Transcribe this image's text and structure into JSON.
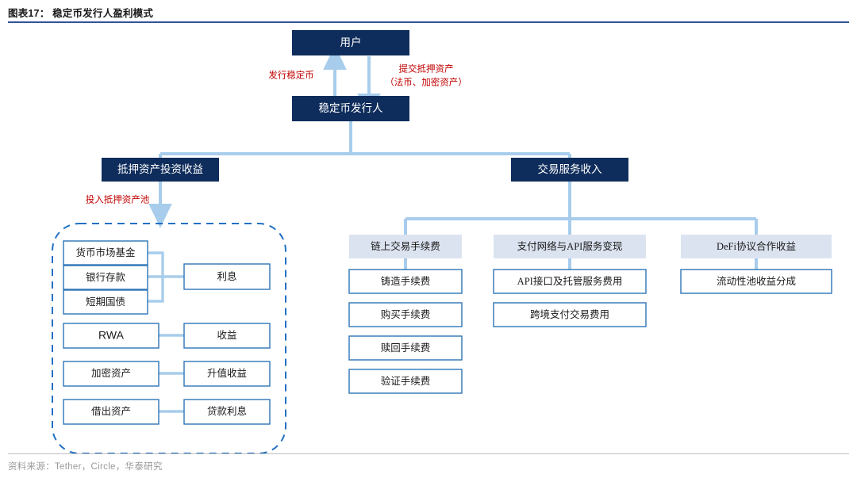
{
  "header": {
    "figure_label": "图表17：",
    "title": "稳定币发行人盈利模式",
    "full_title": "图表17： 稳定币发行人盈利模式"
  },
  "footer": {
    "source": "资料来源：Tether，Circle，华泰研究"
  },
  "colors": {
    "dark_node": "#0f2d5c",
    "mid_node": "#dce3f0",
    "leaf_border": "#2e75b6",
    "connector": "#a8cdec",
    "annotation_red": "#c00000",
    "pool_dashed": "#2170c4",
    "header_rule": "#2f5597"
  },
  "diagram": {
    "type": "flowchart",
    "nodes": {
      "user": "用户",
      "issuer": "稳定币发行人",
      "branch_left": "抵押资产投资收益",
      "branch_right": "交易服务收入"
    },
    "annotations": {
      "issue_stablecoin": "发行稳定币",
      "submit_collateral_line1": "提交抵押资产",
      "submit_collateral_line2": "（法币、加密资产）",
      "into_pool": "投入抵押资产池"
    },
    "collateral_pool": {
      "assets": [
        "货币市场基金",
        "银行存款",
        "短期国债",
        "RWA",
        "加密资产",
        "借出资产"
      ],
      "returns": [
        "利息",
        "收益",
        "升值收益",
        "贷款利息"
      ],
      "mappings": [
        {
          "assets": [
            "货币市场基金",
            "银行存款",
            "短期国债"
          ],
          "return": "利息"
        },
        {
          "assets": [
            "RWA"
          ],
          "return": "收益"
        },
        {
          "assets": [
            "加密资产"
          ],
          "return": "升值收益"
        },
        {
          "assets": [
            "借出资产"
          ],
          "return": "贷款利息"
        }
      ]
    },
    "transaction_services": [
      {
        "category": "链上交易手续费",
        "items": [
          "铸造手续费",
          "购买手续费",
          "赎回手续费",
          "验证手续费"
        ]
      },
      {
        "category": "支付网络与API服务变现",
        "items": [
          "API接口及托管服务费用",
          "跨境支付交易费用"
        ]
      },
      {
        "category": "DeFi协议合作收益",
        "items": [
          "流动性池收益分成"
        ]
      }
    ]
  }
}
